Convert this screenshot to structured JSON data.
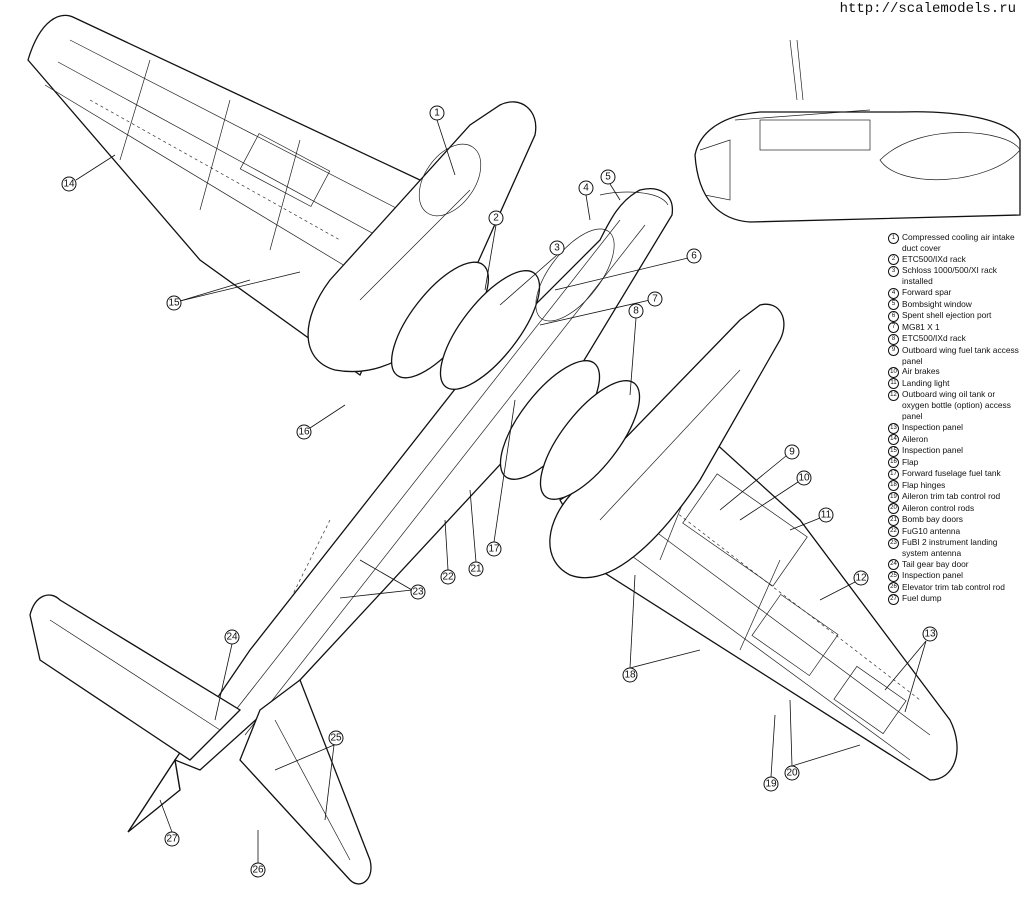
{
  "watermark": "http://scalemodels.ru",
  "callouts": [
    "1",
    "2",
    "3",
    "4",
    "5",
    "6",
    "7",
    "8",
    "9",
    "10",
    "11",
    "12",
    "13",
    "14",
    "15",
    "16",
    "17",
    "18",
    "19",
    "20",
    "21",
    "22",
    "23",
    "24",
    "25",
    "26",
    "27"
  ],
  "legend": [
    {
      "num": "1",
      "text": "Compressed cooling air intake duct cover"
    },
    {
      "num": "2",
      "text": "ETC500/IXd rack"
    },
    {
      "num": "3",
      "text": "Schloss 1000/500/XI rack installed"
    },
    {
      "num": "4",
      "text": "Forward spar"
    },
    {
      "num": "5",
      "text": "Bombsight window"
    },
    {
      "num": "6",
      "text": "Spent shell ejection port"
    },
    {
      "num": "7",
      "text": "MG81 X 1"
    },
    {
      "num": "8",
      "text": "ETC500/IXd rack"
    },
    {
      "num": "9",
      "text": "Outboard wing fuel tank access panel"
    },
    {
      "num": "10",
      "text": "Air brakes"
    },
    {
      "num": "11",
      "text": "Landing light"
    },
    {
      "num": "12",
      "text": "Outboard wing oil tank or oxygen bottle (option) access panel"
    },
    {
      "num": "13",
      "text": "Inspection panel"
    },
    {
      "num": "14",
      "text": "Aileron"
    },
    {
      "num": "15",
      "text": "Inspection panel"
    },
    {
      "num": "16",
      "text": "Flap"
    },
    {
      "num": "17",
      "text": "Forward fuselage fuel tank"
    },
    {
      "num": "18",
      "text": "Flap hinges"
    },
    {
      "num": "19",
      "text": "Aileron trim tab control rod"
    },
    {
      "num": "20",
      "text": "Aileron control rods"
    },
    {
      "num": "21",
      "text": "Bomb bay doors"
    },
    {
      "num": "22",
      "text": "FuG10 antenna"
    },
    {
      "num": "23",
      "text": "FuBI 2 instrument landing system antenna"
    },
    {
      "num": "24",
      "text": "Tail gear bay door"
    },
    {
      "num": "25",
      "text": "Inspection panel"
    },
    {
      "num": "26",
      "text": "Elevator trim tab control rod"
    },
    {
      "num": "27",
      "text": "Fuel dump"
    }
  ]
}
